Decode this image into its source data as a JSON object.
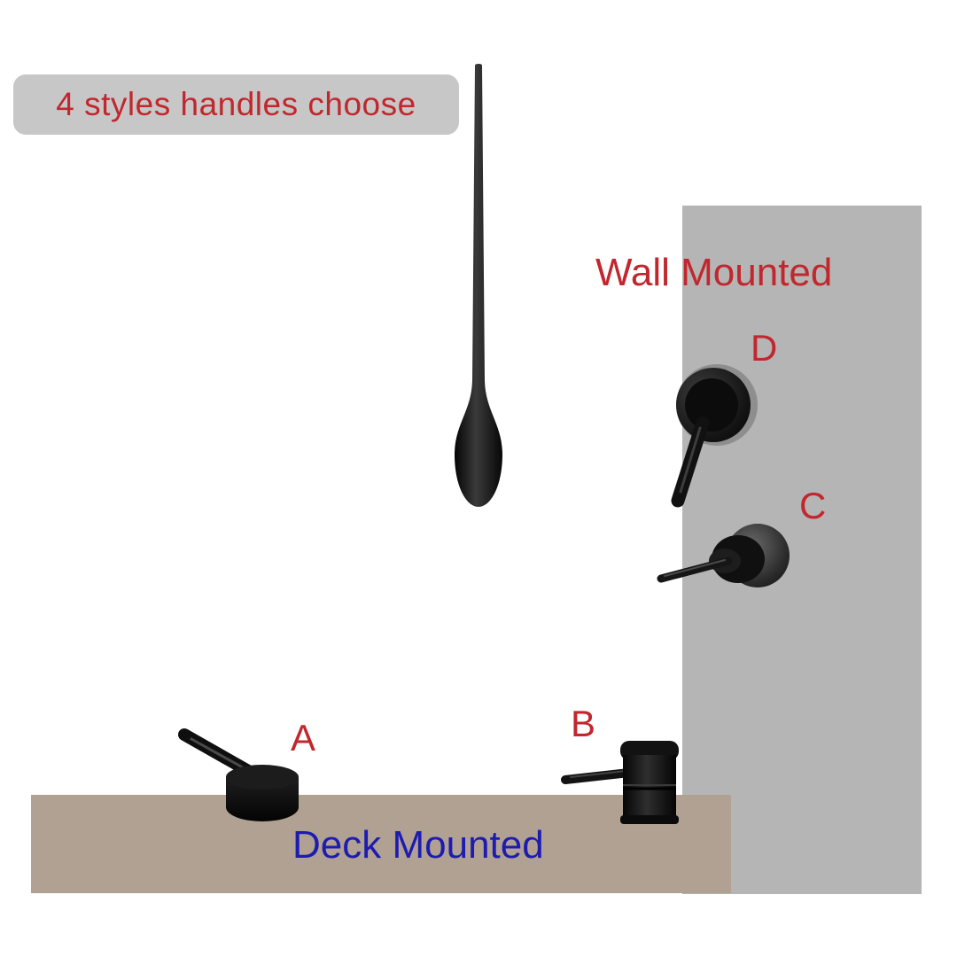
{
  "labels": {
    "styles_banner": "4 styles handles choose",
    "wall_mounted": "Wall Mounted",
    "deck_mounted": "Deck Mounted"
  },
  "handles": {
    "a": "A",
    "b": "B",
    "c": "C",
    "d": "D"
  },
  "colors": {
    "red_label": "#c1272d",
    "blue_label": "#1c1cb0",
    "wall_gray": "#b5b5b5",
    "deck_tan": "#b1a192",
    "banner_gray": "#c7c7c7",
    "fixture_black": "#0d0d0d",
    "background": "#ffffff"
  }
}
